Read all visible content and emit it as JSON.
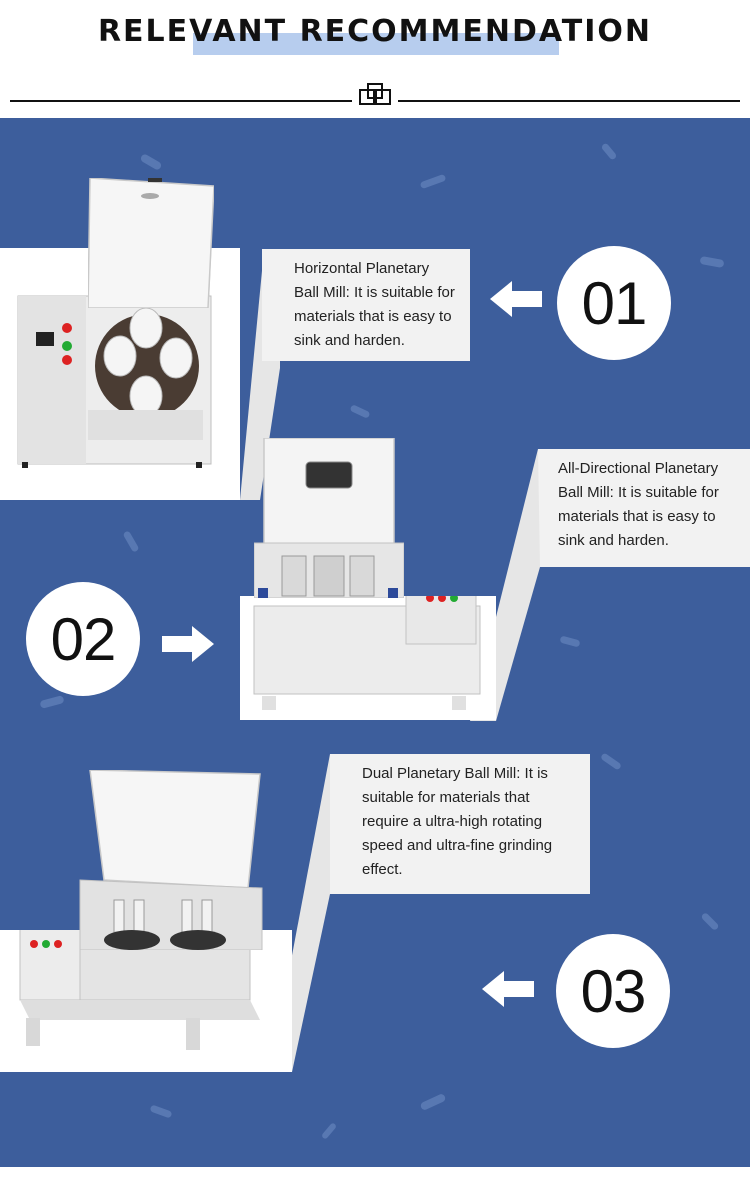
{
  "header": {
    "title": "RELEVANT RECOMMENDATION"
  },
  "items": [
    {
      "number": "01",
      "text": "Horizontal Planetary Ball Mill: It is suitable for materials that is easy to sink and harden.",
      "product": "horizontal-planetary-ball-mill"
    },
    {
      "number": "02",
      "text": "All-Directional Planetary Ball Mill: It is suitable for materials that is easy to sink and harden.",
      "product": "all-directional-planetary-ball-mill"
    },
    {
      "number": "03",
      "text": "Dual Planetary Ball Mill: It is suitable for materials that require a ultra-high rotating speed and ultra-fine grinding effect.",
      "product": "dual-planetary-ball-mill"
    }
  ],
  "colors": {
    "background": "#3d5e9c",
    "card": "#f2f2f2",
    "highlight": "#b7cdee"
  },
  "icons": {
    "arrow_left": "arrow-left-icon",
    "arrow_right": "arrow-right-icon",
    "squares": "overlapping-squares-icon"
  }
}
